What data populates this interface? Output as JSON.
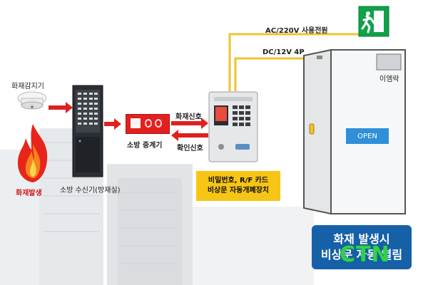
{
  "labels": {
    "fire_detector": "화재감지기",
    "fire_occurrence": "화재발생",
    "receiver": "소방 수신기(방재실)",
    "relay": "소방 중계기",
    "fire_signal": "화재신호",
    "confirm_signal": "확인신호",
    "ac_power": "AC/220V 사용전원",
    "dc_power": "DC/12V 4P",
    "magnet_lock": "이엠락",
    "open_button": "OPEN"
  },
  "device_box": {
    "line1": "비밀번호, R/F 카드",
    "line2": "비상문 자동개폐장치"
  },
  "result_box": {
    "line1": "화재 발생시",
    "line2": "비상문 자동 열림"
  },
  "watermark": "CTN",
  "colors": {
    "arrow_red": "#e02020",
    "wire_yellow": "#f2c230",
    "box_yellow": "#f7c515",
    "box_blue": "#1660a8",
    "exit_green": "#0ea24a"
  }
}
